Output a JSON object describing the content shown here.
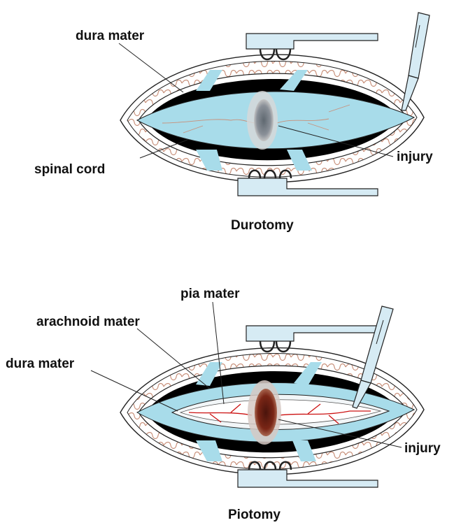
{
  "figure": {
    "top_panel": {
      "caption": "Durotomy",
      "labels": {
        "dura_mater": "dura mater",
        "spinal_cord": "spinal cord",
        "injury": "injury"
      }
    },
    "bottom_panel": {
      "caption": "Piotomy",
      "labels": {
        "pia_mater": "pia mater",
        "arachnoid_mater": "arachnoid mater",
        "dura_mater": "dura mater",
        "injury": "injury"
      }
    }
  },
  "colors": {
    "cord": "#a8dcea",
    "cavity": "#000000",
    "tissue_vessel": "#c8907a",
    "pia_vessel": "#cc1111",
    "injury_dark": "#6a1e12",
    "injury_grey": "#8a8f96",
    "retractor": "#d6ebf4",
    "outline": "#222222"
  }
}
